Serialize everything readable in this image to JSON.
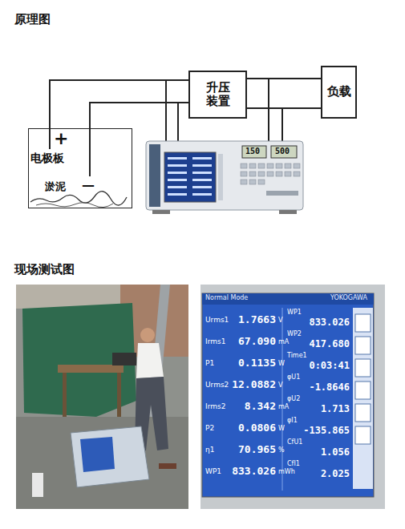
{
  "diagram": {
    "title": "原理图",
    "nodes": [
      {
        "text": [
          "+",
          "电极板",
          "淤泥",
          "—"
        ]
      },
      {
        "text": [
          "升压装置"
        ]
      },
      {
        "text": [
          "负载"
        ]
      }
    ],
    "edges": [
      {
        "from": 0,
        "to": 1,
        "arrow": "none"
      },
      {
        "from": 0,
        "to": 1,
        "arrow": "none"
      },
      {
        "from": 1,
        "to": 2,
        "arrow": "none"
      },
      {
        "from": 1,
        "to": 2,
        "arrow": "none"
      }
    ],
    "labels": [
      "现场测试图",
      "150",
      "500",
      "Normal Mode",
      "YOKOGAWA",
      "Urms1",
      "1.7663",
      "V",
      "Irms1",
      "67.090",
      "mA",
      "P1",
      "0.1135",
      "W",
      "Urms2",
      "12.0882",
      "V",
      "Irms2",
      "8.342",
      "mA",
      "P2",
      "0.0806",
      "W",
      "η1",
      "70.965",
      "%",
      "WP1",
      "833.026",
      "mWh",
      "WP1",
      "833.026",
      "WP2",
      "417.680",
      "Time1",
      "0:03:41",
      "φU1",
      "-1.8646",
      "φU2",
      "1.713",
      "φI1",
      "-135.865",
      "CfU1",
      "1.056",
      "CfI1",
      "2.025"
    ]
  }
}
